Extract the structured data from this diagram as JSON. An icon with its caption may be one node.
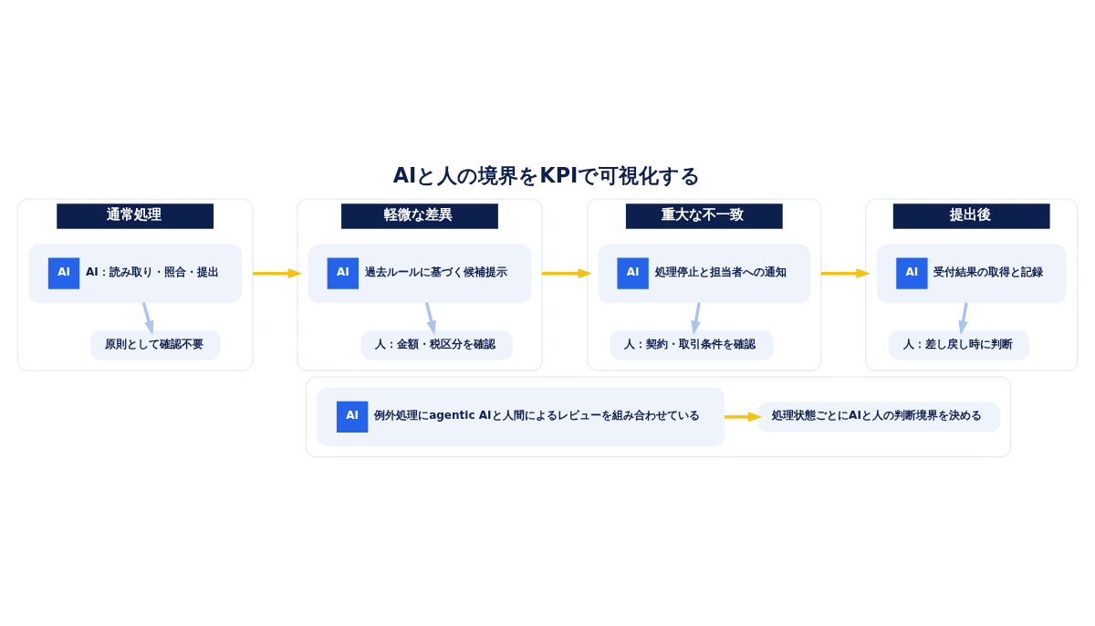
{
  "diagram": {
    "title": "AIと人の境界をKPIで可視化する",
    "nodes": [
      {
        "text": [
          "通常処理"
        ]
      },
      {
        "text": [
          "AI",
          "AI：読み取り・照合・提出"
        ],
        "in": 0
      },
      {
        "text": [
          "原則として確認不要"
        ],
        "in": 0
      },
      {
        "text": [
          "軽微な差異"
        ]
      },
      {
        "text": [
          "AI",
          "過去ルールに基づく候補提示"
        ],
        "in": 3
      },
      {
        "text": [
          "人：金額・税区分を確認"
        ],
        "in": 3
      },
      {
        "text": [
          "重大な不一致"
        ]
      },
      {
        "text": [
          "AI",
          "処理停止と担当者への通知"
        ],
        "in": 6
      },
      {
        "text": [
          "人：契約・取引条件を確認"
        ],
        "in": 6
      },
      {
        "text": [
          "提出後"
        ]
      },
      {
        "text": [
          "AI",
          "受付結果の取得と記録"
        ],
        "in": 9
      },
      {
        "text": [
          "人：差し戻し時に判断"
        ],
        "in": 9
      },
      {
        "text": [],
        "shape": "box"
      },
      {
        "text": [
          "AI",
          "例外処理にagentic AIと人間によるレビューを組み合わせている"
        ],
        "in": 12
      },
      {
        "text": [
          "処理状態ごとにAIと人の判断境界を決める"
        ],
        "in": 12
      }
    ],
    "edges": [
      {
        "from": 0,
        "to": 3,
        "arrow": "to",
        "color": "#f5c211"
      },
      {
        "from": 3,
        "to": 6,
        "arrow": "to",
        "color": "#f5c211"
      },
      {
        "from": 6,
        "to": 9,
        "arrow": "to",
        "color": "#f5c211"
      },
      {
        "from": 1,
        "to": 2,
        "arrow": "to",
        "color": "#a9c4f2"
      },
      {
        "from": 4,
        "to": 5,
        "arrow": "to",
        "color": "#a9c4f2"
      },
      {
        "from": 7,
        "to": 8,
        "arrow": "to",
        "color": "#a9c4f2"
      },
      {
        "from": 10,
        "to": 11,
        "arrow": "to",
        "color": "#a9c4f2"
      },
      {
        "from": 13,
        "to": 14,
        "arrow": "to",
        "color": "#f5c211"
      }
    ]
  }
}
